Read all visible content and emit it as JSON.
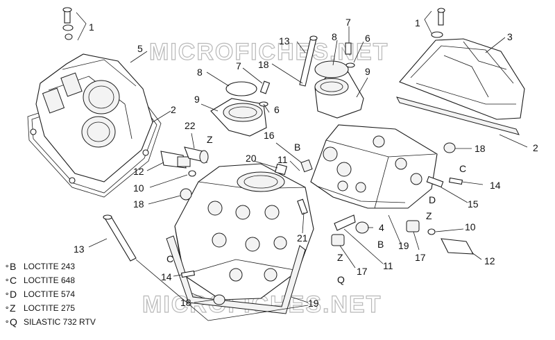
{
  "watermark": "MICROFICHES.NET",
  "callouts": [
    {
      "id": "c1a",
      "text": "1"
    },
    {
      "id": "c1b",
      "text": "1"
    },
    {
      "id": "c2a",
      "text": "2"
    },
    {
      "id": "c2b",
      "text": "2"
    },
    {
      "id": "c3",
      "text": "3"
    },
    {
      "id": "c4",
      "text": "4"
    },
    {
      "id": "c5",
      "text": "5"
    },
    {
      "id": "c6a",
      "text": "6"
    },
    {
      "id": "c6b",
      "text": "6"
    },
    {
      "id": "c7a",
      "text": "7"
    },
    {
      "id": "c7b",
      "text": "7"
    },
    {
      "id": "c8a",
      "text": "8"
    },
    {
      "id": "c8b",
      "text": "8"
    },
    {
      "id": "c9a",
      "text": "9"
    },
    {
      "id": "c9b",
      "text": "9"
    },
    {
      "id": "c10a",
      "text": "10"
    },
    {
      "id": "c10b",
      "text": "10"
    },
    {
      "id": "c11a",
      "text": "11"
    },
    {
      "id": "c11b",
      "text": "11"
    },
    {
      "id": "c12a",
      "text": "12"
    },
    {
      "id": "c12b",
      "text": "12"
    },
    {
      "id": "c13a",
      "text": "13"
    },
    {
      "id": "c13b",
      "text": "13"
    },
    {
      "id": "c14a",
      "text": "14"
    },
    {
      "id": "c14b",
      "text": "14"
    },
    {
      "id": "c15",
      "text": "15"
    },
    {
      "id": "c16",
      "text": "16"
    },
    {
      "id": "c17a",
      "text": "17"
    },
    {
      "id": "c17b",
      "text": "17"
    },
    {
      "id": "c18a",
      "text": "18"
    },
    {
      "id": "c18b",
      "text": "18"
    },
    {
      "id": "c18c",
      "text": "18"
    },
    {
      "id": "c18d",
      "text": "18"
    },
    {
      "id": "c19a",
      "text": "19"
    },
    {
      "id": "c19b",
      "text": "19"
    },
    {
      "id": "c20",
      "text": "20"
    },
    {
      "id": "c21",
      "text": "21"
    },
    {
      "id": "c22",
      "text": "22"
    }
  ],
  "markers": [
    {
      "id": "mB1",
      "text": "B"
    },
    {
      "id": "mB2",
      "text": "B"
    },
    {
      "id": "mC1",
      "text": "C"
    },
    {
      "id": "mC2",
      "text": "C"
    },
    {
      "id": "mD1",
      "text": "D"
    },
    {
      "id": "mZ1",
      "text": "Z"
    },
    {
      "id": "mZ2",
      "text": "Z"
    },
    {
      "id": "mZ3",
      "text": "Z"
    },
    {
      "id": "mQ1",
      "text": "Q"
    }
  ],
  "legend": [
    {
      "code": "B",
      "label": "LOCTITE 243"
    },
    {
      "code": "C",
      "label": "LOCTITE 648"
    },
    {
      "code": "D",
      "label": "LOCTITE 574"
    },
    {
      "code": "Z",
      "label": "LOCTITE 275"
    },
    {
      "code": "Q",
      "label": "SILASTIC 732 RTV"
    }
  ]
}
